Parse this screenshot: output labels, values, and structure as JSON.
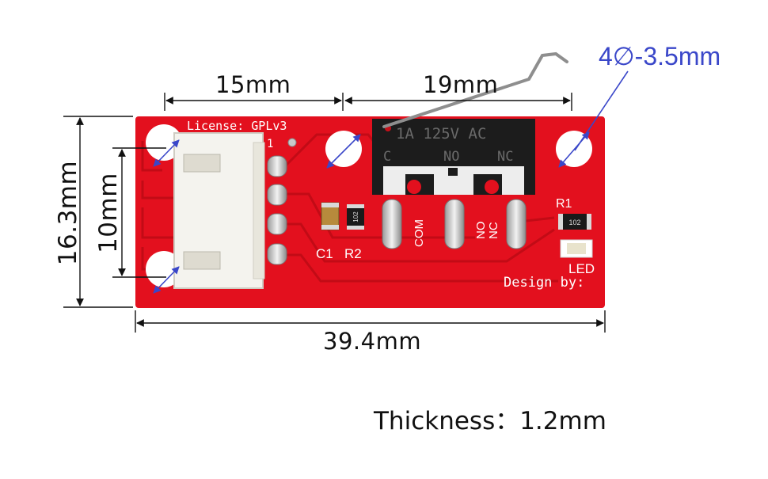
{
  "dimensions": {
    "connector_spacing": "15mm",
    "switch_width": "19mm",
    "hole_diameter": "4∅-3.5mm",
    "board_height": "16.3mm",
    "hole_vertical_spacing": "10mm",
    "board_length": "39.4mm",
    "thickness": "Thickness：1.2mm"
  },
  "pcb": {
    "license": "License: GPLv3",
    "pin1": "1",
    "switch_rating": "1A 125V AC",
    "switch_c": "C",
    "switch_no": "NO",
    "switch_nc": "NC",
    "pin_com": "COM",
    "pin_no": "NO",
    "pin_nc": "NC",
    "c1": "C1",
    "r2": "R2",
    "r1": "R1",
    "resistor_code": "102",
    "led": "LED",
    "design_by": "Design by:"
  },
  "colors": {
    "pcb": "#e3101e",
    "dimension_line": "#111111",
    "hole_annotation": "#3a47c9"
  }
}
